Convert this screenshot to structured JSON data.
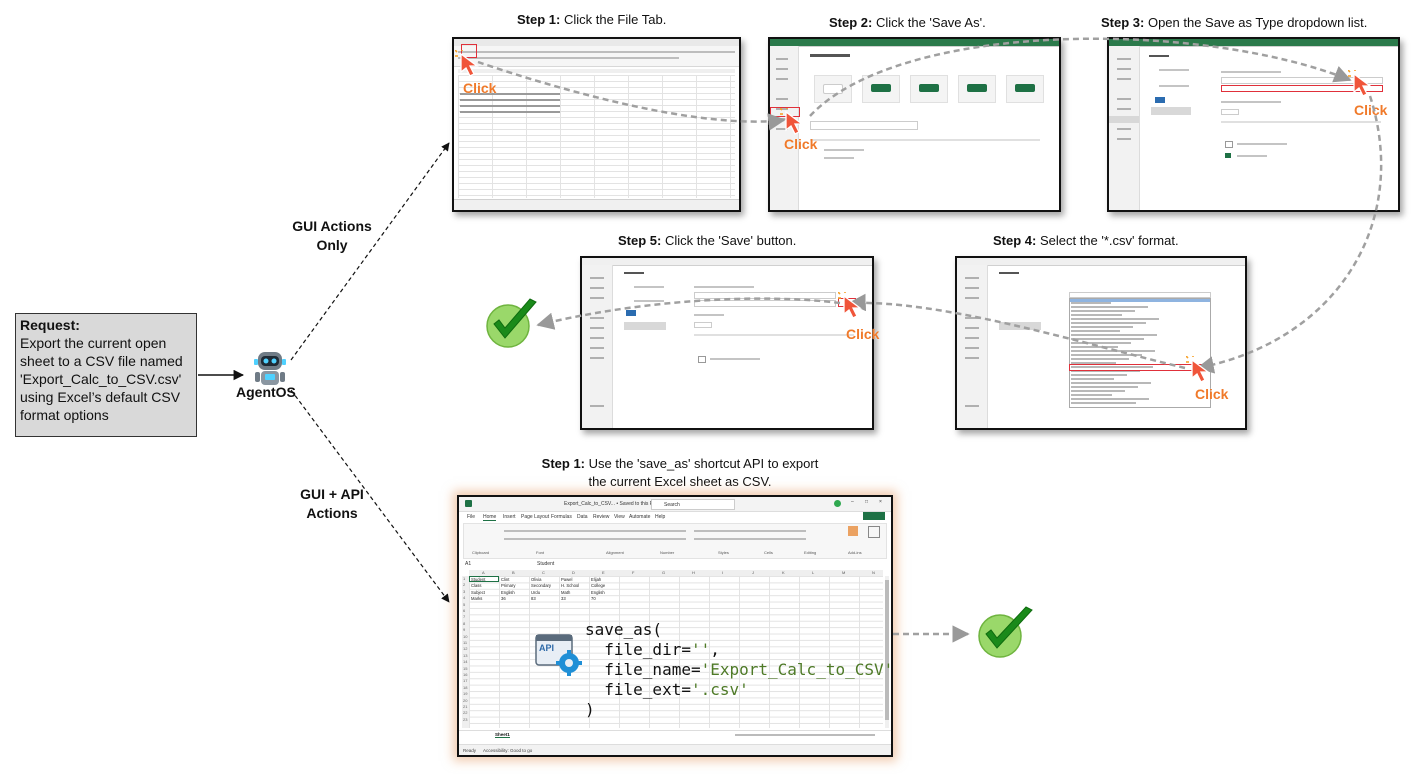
{
  "steps": {
    "s1": {
      "prefix": "Step 1:",
      "text": " Click the File Tab."
    },
    "s2": {
      "prefix": "Step 2:",
      "text": " Click the 'Save As'."
    },
    "s3": {
      "prefix": "Step 3:",
      "text": " Open the Save as Type dropdown list."
    },
    "s4": {
      "prefix": "Step 4:",
      "text": " Select the  '*.csv' format."
    },
    "s5": {
      "prefix": "Step 5:",
      "text": " Click the 'Save' button."
    },
    "api1": {
      "prefix": "Step 1:",
      "text_line1": " Use the 'save_as' shortcut API to export",
      "text_line2": "the current Excel sheet as CSV."
    }
  },
  "click_label": "Click",
  "request": {
    "title": "Request:",
    "lines": [
      "Export the current open",
      "sheet to a CSV file named",
      "'Export_Calc_to_CSV.csv'",
      "using Excel’s default CSV",
      "format options"
    ]
  },
  "agent": {
    "name": "AgentOS"
  },
  "branches": {
    "gui": {
      "line1": "GUI Actions",
      "line2": "Only"
    },
    "api": {
      "line1": "GUI + API",
      "line2": "Actions"
    }
  },
  "excel": {
    "title": "Export_Calc_to_CSV... • Saved to this PC",
    "search": "Search",
    "tabs": [
      "File",
      "Home",
      "Insert",
      "Page Layout",
      "Formulas",
      "Data",
      "Review",
      "View",
      "Automate",
      "Help"
    ],
    "groups": [
      "Clipboard",
      "Font",
      "Alignment",
      "Number",
      "Styles",
      "Cells",
      "Editing",
      "Add-ins"
    ],
    "cell_ref": "A1",
    "formula": "Student",
    "columns": [
      "A",
      "B",
      "C",
      "D",
      "E",
      "F",
      "G",
      "H",
      "I",
      "J",
      "K",
      "L",
      "M",
      "N"
    ],
    "rows": [
      [
        "Student",
        "Clint",
        "Olivia",
        "Pawel",
        "Elijah"
      ],
      [
        "Class",
        "Primary",
        "Secondary",
        "H. School",
        "College"
      ],
      [
        "Subject",
        "English",
        "Urdu",
        "Math",
        "English"
      ],
      [
        "Marks",
        "36",
        "83",
        "33",
        "70"
      ]
    ],
    "sheet_tab": "Sheet1",
    "status": [
      "Ready",
      "Accessibility: Good to go"
    ]
  },
  "api_label": "API",
  "code": {
    "l1": "save_as(",
    "l2a": "  file_dir=",
    "l2b": "''",
    "l2c": ",",
    "l3a": "  file_name=",
    "l3b": "'Export_Calc_to_CSV'",
    "l3c": ",",
    "l4a": "  file_ext=",
    "l4b": "'.csv'",
    "l5": ")"
  },
  "colors": {
    "accent_orange": "#f07a2a",
    "check_green": "#7cc943",
    "excel_green": "#1e7145",
    "highlight_red": "#e0303a",
    "string_green": "#4e7a27"
  }
}
